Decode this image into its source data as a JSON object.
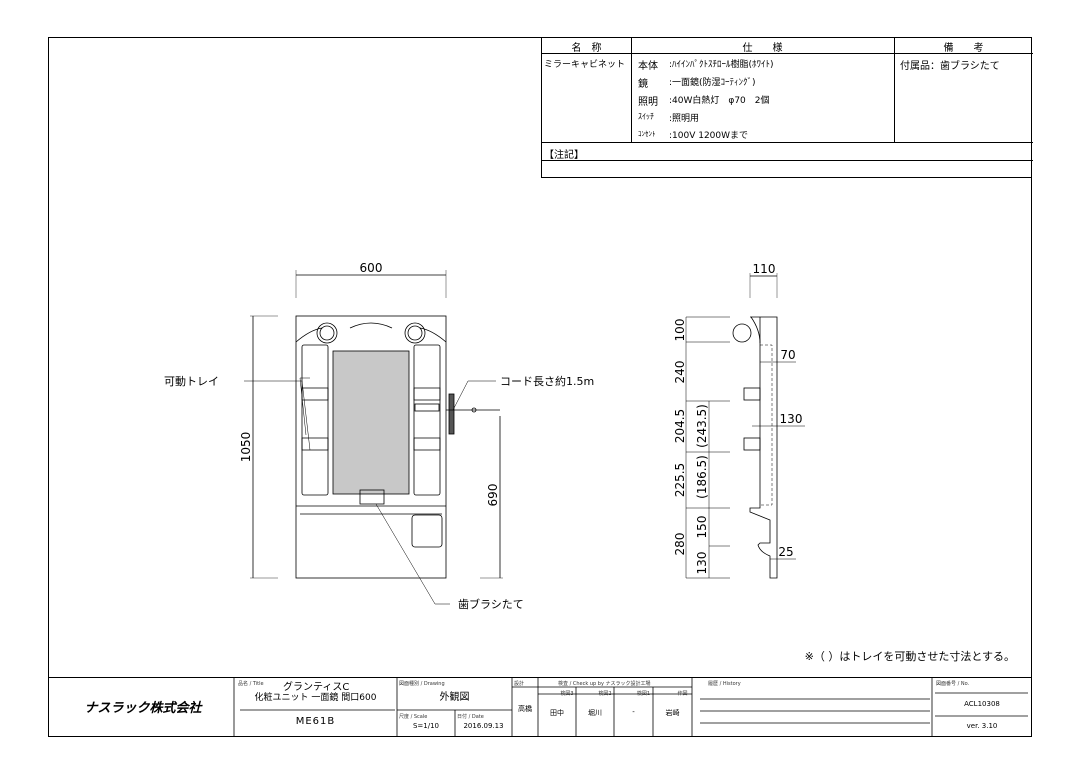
{
  "spec_table": {
    "headers": [
      "名　称",
      "仕　　様",
      "備　　考"
    ],
    "name": "ミラーキャビネット",
    "specs": [
      {
        "label": "本体",
        "value": ":ﾊｲｲﾝﾊﾟｸﾄｽﾁﾛｰﾙ樹脂(ﾎﾜｲﾄ)"
      },
      {
        "label": "鏡",
        "value": ":一面鏡(防湿ｺｰﾃｨﾝｸﾞ)"
      },
      {
        "label": "照明",
        "value": ":40W白熱灯　φ70　2個"
      },
      {
        "label": "ｽｲｯﾁ",
        "value": ":照明用"
      },
      {
        "label": "ｺﾝｾﾝﾄ",
        "value": ":100V 1200Wまで"
      }
    ],
    "remarks": "付属品：歯ブラシたて",
    "notes_label": "【注記】"
  },
  "front_view": {
    "width_dim": "600",
    "height_dim": "1050",
    "outlet_dim": "690",
    "label_tray": "可動トレイ",
    "label_cord": "コード長さ約1.5m",
    "label_toothbrush": "歯ブラシたて"
  },
  "side_view": {
    "depth_dim": "110",
    "dims_outer": [
      "100",
      "240",
      "204.5",
      "225.5",
      "280"
    ],
    "dims_inner": [
      "(243.5)",
      "(186.5)",
      "150",
      "130"
    ],
    "dims_right": [
      "70",
      "130",
      "25"
    ]
  },
  "footnote": "※（ ）はトレイを可動させた寸法とする。",
  "title_block": {
    "company": "ナスラック株式会社",
    "title_label": "品名 / Title",
    "title": "グランティスC",
    "subtitle": "化粧ユニット 一面鏡 間口600",
    "model": "ME61B",
    "drawing_label": "図面種別 / Drawing",
    "drawing": "外観図",
    "scale_label": "尺度 / Scale",
    "scale": "S=1/10",
    "date_label": "日付 / Date",
    "date": "2016.09.13",
    "design_label": "設計",
    "designer": "高橋",
    "check_label": "検査 / Check up by ナスラック設計工場",
    "check_cols": [
      "検図3",
      "検図2",
      "検図1",
      "作図"
    ],
    "check_vals": [
      "田中",
      "堀川",
      "-",
      "岩崎"
    ],
    "history_label": "履歴 / History",
    "no_label": "図面番号 / No.",
    "number": "ACL10308",
    "version": "ver. 3.10"
  }
}
